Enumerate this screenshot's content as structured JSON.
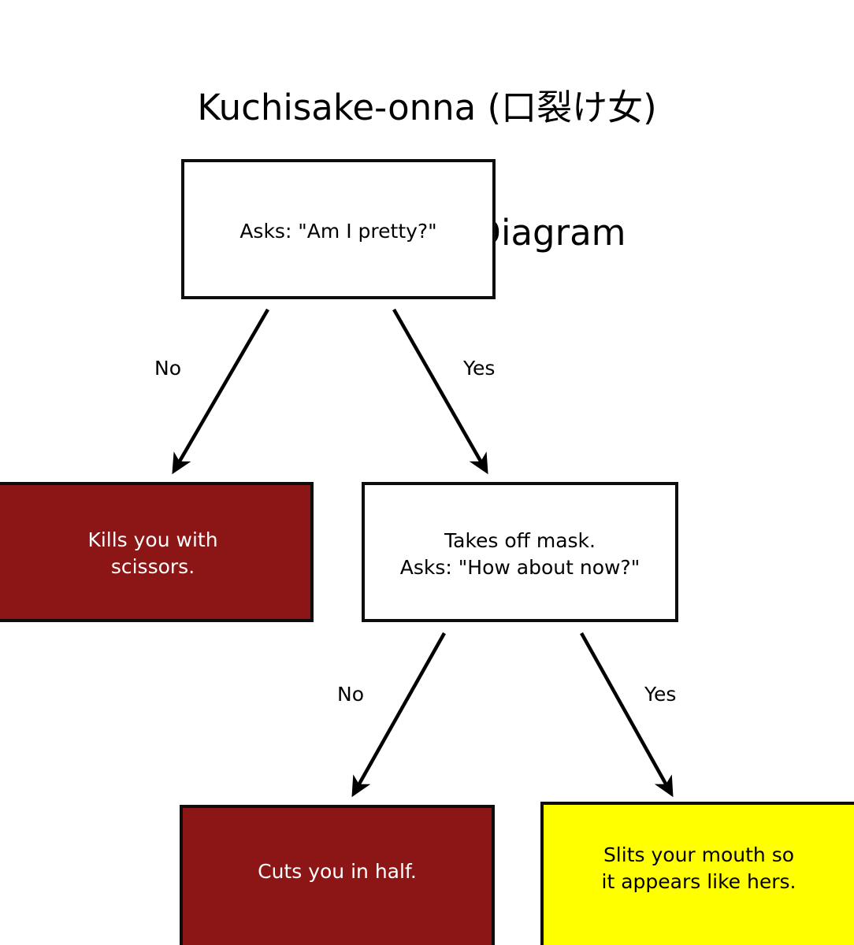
{
  "title": {
    "line1": "Kuchisake-onna (口裂け女)",
    "line2": "Conversation Diagram"
  },
  "colors": {
    "background": "#ffffff",
    "stroke": "#0d0d0d",
    "death_red": "#8c1515",
    "survive_yellow": "#ffff00",
    "text_dark": "#000000",
    "text_light": "#ffffff"
  },
  "diagram": {
    "type": "flowchart",
    "nodes": [
      {
        "id": "ask-pretty",
        "label": "Asks: \"Am I pretty?\"",
        "kind": "question",
        "fill": "white"
      },
      {
        "id": "kills-scissors",
        "label": "Kills you with\nscissors.",
        "kind": "outcome",
        "fill": "red"
      },
      {
        "id": "takes-off-mask",
        "label": "Takes off mask.\nAsks: \"How about now?\"",
        "kind": "question",
        "fill": "white"
      },
      {
        "id": "cuts-in-half",
        "label": "Cuts you in half.",
        "kind": "outcome",
        "fill": "red"
      },
      {
        "id": "slits-mouth",
        "label": "Slits your mouth so\nit appears like hers.",
        "kind": "outcome",
        "fill": "yellow"
      }
    ],
    "edges": [
      {
        "id": "e1",
        "from": "ask-pretty",
        "to": "kills-scissors",
        "label": "No"
      },
      {
        "id": "e2",
        "from": "ask-pretty",
        "to": "takes-off-mask",
        "label": "Yes"
      },
      {
        "id": "e3",
        "from": "takes-off-mask",
        "to": "cuts-in-half",
        "label": "No"
      },
      {
        "id": "e4",
        "from": "takes-off-mask",
        "to": "slits-mouth",
        "label": "Yes"
      }
    ]
  }
}
